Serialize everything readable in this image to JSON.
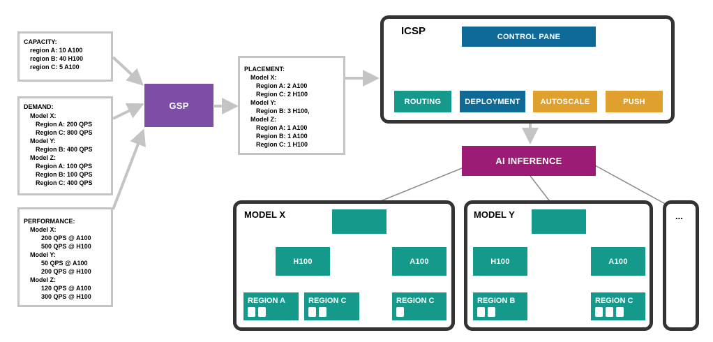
{
  "capacity": {
    "title": "CAPACITY:",
    "lines": [
      "region A: 10 A100",
      "region B: 40 H100",
      "region C: 5 A100"
    ]
  },
  "demand": {
    "title": "DEMAND:",
    "lines": [
      {
        "text": "Model X:",
        "level": 1
      },
      {
        "text": "Region A: 200 QPS",
        "level": 2
      },
      {
        "text": "Region C: 800 QPS",
        "level": 2
      },
      {
        "text": "Model Y:",
        "level": 1
      },
      {
        "text": "Region B: 400 QPS",
        "level": 2
      },
      {
        "text": "Model Z:",
        "level": 1
      },
      {
        "text": "Region A: 100 QPS",
        "level": 2
      },
      {
        "text": "Region B: 100 QPS",
        "level": 2
      },
      {
        "text": "Region C: 400 QPS",
        "level": 2
      }
    ]
  },
  "performance": {
    "title": "PERFORMANCE:",
    "lines": [
      {
        "text": "Model X:",
        "level": 1
      },
      {
        "text": "200 QPS @ A100",
        "level": 3
      },
      {
        "text": "500 QPS @ H100",
        "level": 3
      },
      {
        "text": "Model Y:",
        "level": 1
      },
      {
        "text": "50 QPS @ A100",
        "level": 3
      },
      {
        "text": "200 QPS @ H100",
        "level": 3
      },
      {
        "text": "Model Z:",
        "level": 1
      },
      {
        "text": "120 QPS @ A100",
        "level": 3
      },
      {
        "text": "300 QPS @ H100",
        "level": 3
      }
    ]
  },
  "gsp": {
    "label": "GSP"
  },
  "placement": {
    "title": "PLACEMENT:",
    "lines": [
      {
        "text": "Model X:",
        "level": 1
      },
      {
        "text": "Region A: 2 A100",
        "level": 2
      },
      {
        "text": "Region C: 2 H100",
        "level": 2
      },
      {
        "text": "Model Y:",
        "level": 1
      },
      {
        "text": "Region B: 3 H100,",
        "level": 2
      },
      {
        "text": "Model Z:",
        "level": 1
      },
      {
        "text": "Region A: 1 A100",
        "level": 2
      },
      {
        "text": "Region B: 1 A100",
        "level": 2
      },
      {
        "text": "Region C: 1 H100",
        "level": 2
      }
    ]
  },
  "icsp": {
    "title": "ICSP",
    "control": "CONTROL PANE",
    "modules": [
      "ROUTING",
      "DEPLOYMENT",
      "AUTOSCALE",
      "PUSH"
    ]
  },
  "inference": {
    "label": "AI INFERENCE"
  },
  "model_x": {
    "title": "MODEL X",
    "gpu_left": "H100",
    "gpu_right": "A100",
    "regions": [
      {
        "name": "REGION A",
        "chips": 2
      },
      {
        "name": "REGION C",
        "chips": 2
      },
      {
        "name": "REGION C",
        "chips": 1
      }
    ]
  },
  "model_y": {
    "title": "MODEL Y",
    "gpu_left": "H100",
    "gpu_right": "A100",
    "regions": [
      {
        "name": "REGION B",
        "chips": 2
      },
      {
        "name": "REGION C",
        "chips": 3
      }
    ]
  },
  "more": {
    "label": "..."
  },
  "colors": {
    "teal": "#15998a",
    "blue": "#0f6a98",
    "orange": "#e0a02e",
    "purple": "#7d4ea5",
    "magenta": "#9c1c75",
    "gray_arrow": "#c4c4c4",
    "dark": "#333333"
  }
}
